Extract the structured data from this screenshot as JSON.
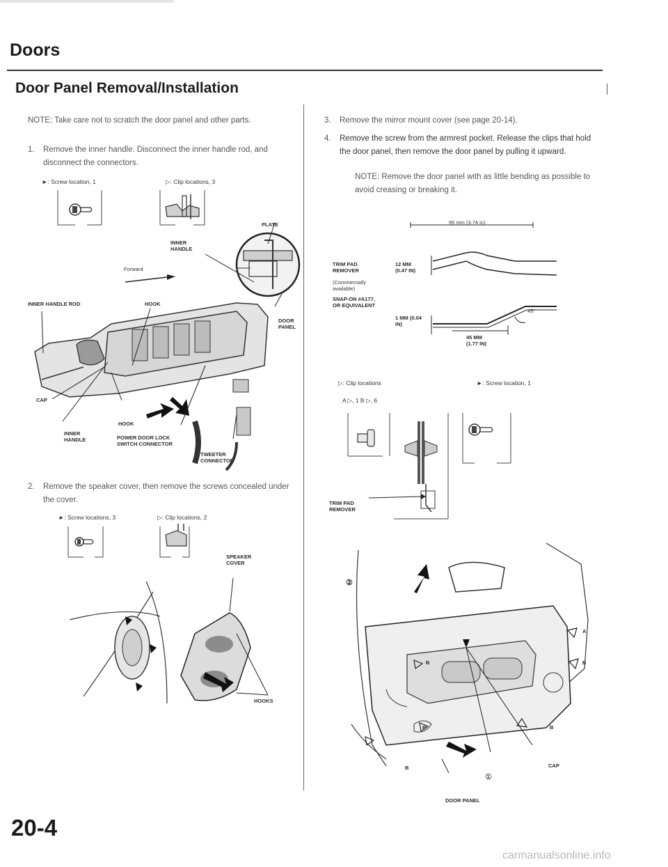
{
  "header": {
    "section": "Doors",
    "procedure_title": "Door Panel Removal/Installation"
  },
  "note": "NOTE: Take care not to scratch the door panel and other parts.",
  "steps": [
    {
      "num": "1.",
      "text": "Remove the inner handle. Disconnect the inner handle rod, and disconnect the connectors."
    },
    {
      "num": "2.",
      "text": "Remove the speaker cover, then remove the screws concealed under the cover."
    },
    {
      "num": "3.",
      "text": "Remove the mirror mount cover (see page 20-14)."
    },
    {
      "num": "4.",
      "text": "Remove the screw from the armrest pocket. Release the clips that hold the door panel, then remove the door panel by pulling it upward."
    }
  ],
  "note2": "NOTE: Remove the door panel with as little bending as possible to avoid creasing or breaking it.",
  "fig1": {
    "screw_legend": "►: Screw location, 1",
    "clip_legend": "▷: Clip locations, 3",
    "labels": {
      "plate": "PLATE",
      "inner_handle_top": "INNER HANDLE",
      "forward": "Forward",
      "inner_handle_rod": "INNER HANDLE ROD",
      "hook_top": "HOOK",
      "door_panel": "DOOR PANEL",
      "cap": "CAP",
      "hook_bottom": "HOOK",
      "inner_handle_bottom": "INNER HANDLE",
      "power_door_lock": "POWER DOOR LOCK SWITCH CONNECTOR",
      "tweeter": "TWEETER CONNECTOR"
    }
  },
  "fig2": {
    "screw_legend": "►: Screw locations, 3",
    "clip_legend": "▷: Clip locations, 2",
    "labels": {
      "speaker_cover": "SPEAKER COVER",
      "hooks": "HOOKS"
    }
  },
  "tool": {
    "name": "TRIM PAD REMOVER",
    "availability": "(Commercially available)",
    "part": "Snap-on #A177, or equivalent",
    "dims": {
      "length": "95 mm (3.74 in)",
      "width": "12 mm (0.47 in)",
      "thickness": "1 mm (0.04 in)",
      "angle": "45°",
      "tip": "45 mm (1.77 in)"
    }
  },
  "fig3": {
    "clip_legend": "▷: Clip locations",
    "clip_counts": "A ▷, 1        B ▷, 6",
    "screw_legend": "►: Screw location, 1",
    "trim_pad": "TRIM PAD REMOVER"
  },
  "fig4": {
    "labels": {
      "a": "A",
      "b": "B",
      "cap": "CAP",
      "door_panel": "DOOR PANEL",
      "n1": "①",
      "n2": "②"
    }
  },
  "footer": {
    "page": "20-4",
    "watermark": "carmanualsonline.info"
  }
}
